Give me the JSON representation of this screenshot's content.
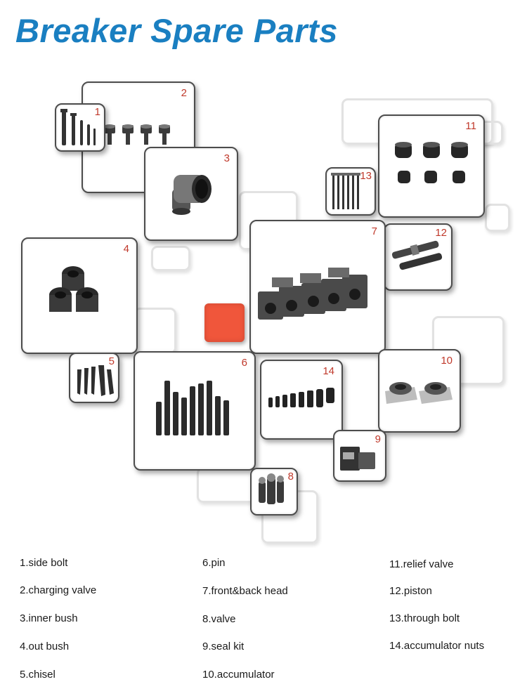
{
  "title": "Breaker Spare Parts",
  "tiles": {
    "t1": "1",
    "t2": "2",
    "t3": "3",
    "t4": "4",
    "t5": "5",
    "t6": "6",
    "t7": "7",
    "t8": "8",
    "t9": "9",
    "t10": "10",
    "t11": "11",
    "t12": "12",
    "t13": "13",
    "t14": "14"
  },
  "legend": [
    "1.side bolt",
    "2.charging valve",
    "3.inner bush",
    "4.out bush",
    "5.chisel",
    "6.pin",
    "7.front&back head",
    "8.valve",
    "9.seal kit",
    "10.accumulator",
    "11.relief valve",
    "12.piston",
    "13.through bolt",
    "14.accumulator nuts"
  ],
  "colors": {
    "title": "#1a7fc1",
    "tile_number": "#c0392b",
    "center_square": "#f0563b"
  },
  "icons": {
    "t1": "side-bolt-icon",
    "t2": "charging-valve-icon",
    "t3": "inner-bush-icon",
    "t4": "out-bush-icon",
    "t5": "chisel-icon",
    "t6": "pin-icon",
    "t7": "front-back-head-icon",
    "t8": "valve-icon",
    "t9": "seal-kit-icon",
    "t10": "accumulator-icon",
    "t11": "relief-valve-icon",
    "t12": "piston-icon",
    "t13": "through-bolt-icon",
    "t14": "accumulator-nuts-icon"
  }
}
